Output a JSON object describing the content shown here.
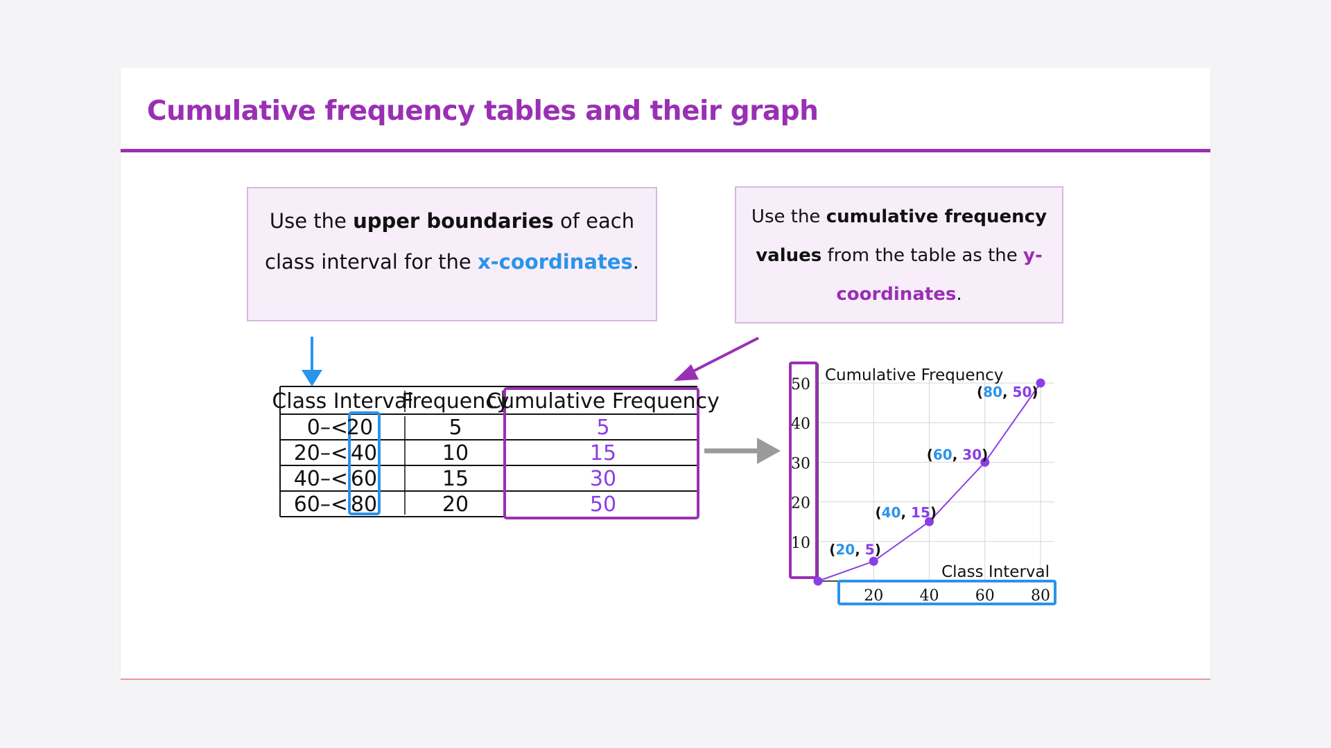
{
  "title": "Cumulative frequency tables and their graph",
  "callout_left": {
    "prefix": "Use the ",
    "bold": "upper boundaries",
    "middle": " of each class interval for the ",
    "highlight": "x-coordinates",
    "suffix": "."
  },
  "callout_right": {
    "prefix": "Use the ",
    "bold": "cumulative frequency values",
    "middle": " from the table as the ",
    "highlight": "y-coordinates",
    "suffix": "."
  },
  "table": {
    "headers": [
      "Class Interval",
      "Frequency",
      "Cumulative Frequency"
    ],
    "rows": [
      {
        "interval_prefix": "0–<",
        "upper": "20",
        "frequency": "5",
        "cumulative": "5"
      },
      {
        "interval_prefix": "20–<",
        "upper": "40",
        "frequency": "10",
        "cumulative": "15"
      },
      {
        "interval_prefix": "40–<",
        "upper": "60",
        "frequency": "15",
        "cumulative": "30"
      },
      {
        "interval_prefix": "60–<",
        "upper": "80",
        "frequency": "20",
        "cumulative": "50"
      }
    ]
  },
  "chart_data": {
    "type": "line",
    "ylabel": "Cumulative Frequency",
    "xlabel": "Class Interval",
    "x_ticks": [
      "20",
      "40",
      "60",
      "80"
    ],
    "y_ticks": [
      "10",
      "20",
      "30",
      "40",
      "50"
    ],
    "xlim": [
      0,
      80
    ],
    "ylim": [
      0,
      50
    ],
    "grid": true,
    "points": [
      {
        "x": 0,
        "y": 0
      },
      {
        "x": 20,
        "y": 5,
        "label_x": "20",
        "label_y": "5"
      },
      {
        "x": 40,
        "y": 15,
        "label_x": "40",
        "label_y": "15"
      },
      {
        "x": 60,
        "y": 30,
        "label_x": "60",
        "label_y": "30"
      },
      {
        "x": 80,
        "y": 50,
        "label_x": "80",
        "label_y": "50"
      }
    ]
  },
  "colors": {
    "brand_purple": "#9a2fb4",
    "x_blue": "#2b93ea",
    "point_purple": "#8a3ee6",
    "arrow_gray": "#9a9a9a"
  }
}
